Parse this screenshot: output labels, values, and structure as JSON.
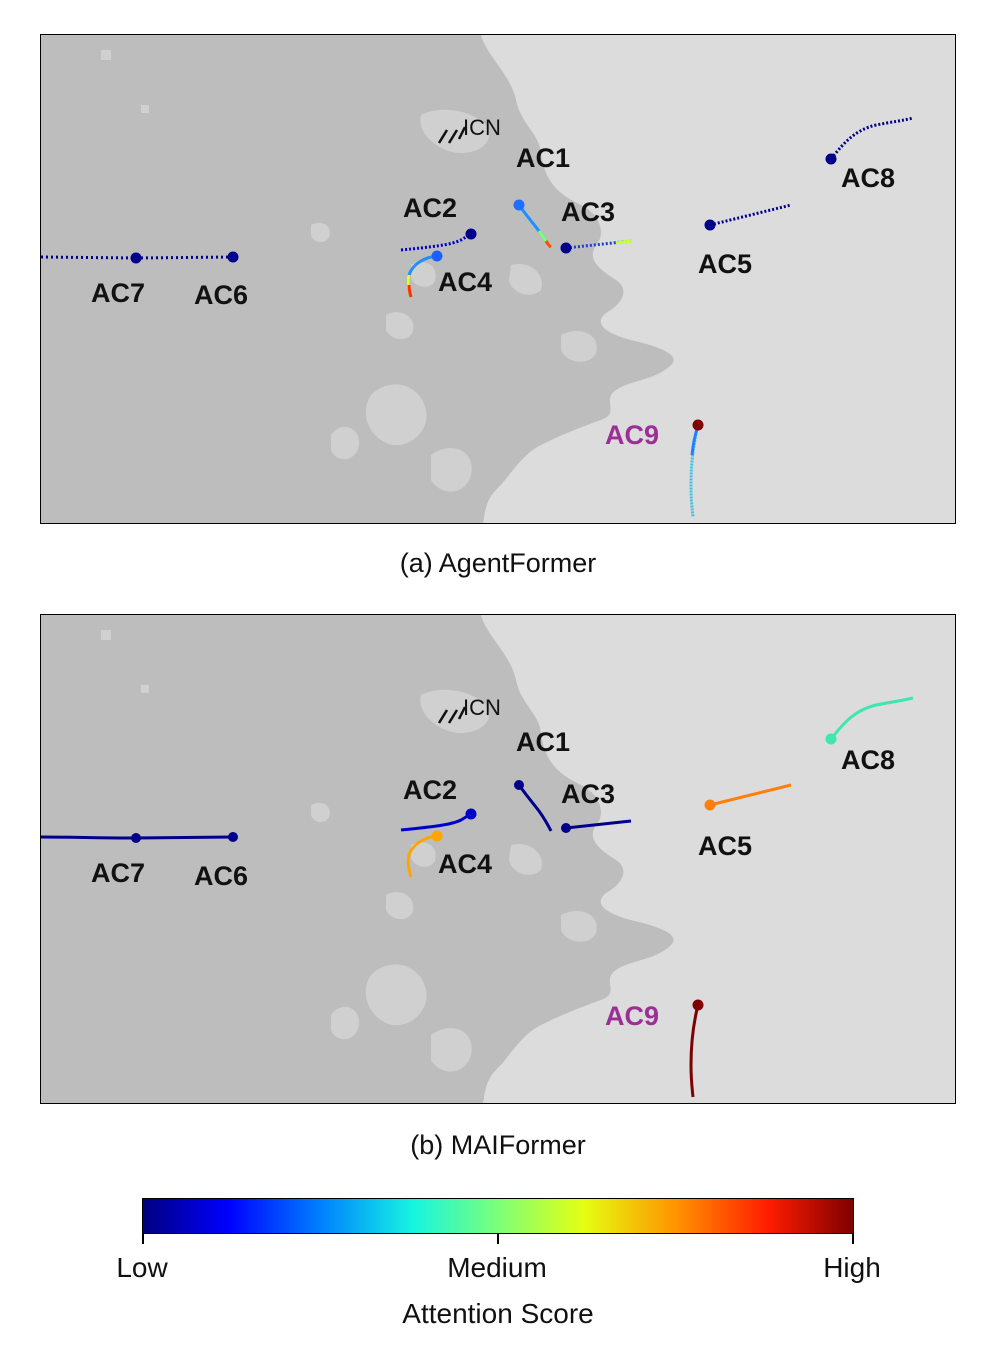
{
  "panels": [
    {
      "id": "a",
      "caption": "(a) AgentFormer",
      "airport": "ICN",
      "aircraft": [
        {
          "label": "AC1",
          "attention": "mixed"
        },
        {
          "label": "AC2",
          "attention": "low"
        },
        {
          "label": "AC3",
          "attention": "low"
        },
        {
          "label": "AC4",
          "attention": "mixed"
        },
        {
          "label": "AC5",
          "attention": "low"
        },
        {
          "label": "AC6",
          "attention": "low"
        },
        {
          "label": "AC7",
          "attention": "low"
        },
        {
          "label": "AC8",
          "attention": "low"
        },
        {
          "label": "AC9",
          "attention": "high",
          "highlighted": true
        }
      ]
    },
    {
      "id": "b",
      "caption": "(b) MAIFormer",
      "airport": "ICN",
      "aircraft": [
        {
          "label": "AC1",
          "attention": "low"
        },
        {
          "label": "AC2",
          "attention": "low"
        },
        {
          "label": "AC3",
          "attention": "low"
        },
        {
          "label": "AC4",
          "attention": "medium-high"
        },
        {
          "label": "AC5",
          "attention": "medium-high"
        },
        {
          "label": "AC6",
          "attention": "low"
        },
        {
          "label": "AC7",
          "attention": "low"
        },
        {
          "label": "AC8",
          "attention": "medium"
        },
        {
          "label": "AC9",
          "attention": "high",
          "highlighted": true
        }
      ]
    }
  ],
  "colorbar": {
    "title": "Attention Score",
    "ticks": [
      "Low",
      "Medium",
      "High"
    ],
    "colormap": "jet"
  },
  "colors": {
    "low": "#00008b",
    "ac8_b": "#3ee6b0",
    "ac5_b": "#ff7f0e",
    "ac4_b": "#ffa500",
    "high": "#7f0000",
    "highlight_label": "#9b2f96",
    "land": "#bdbdbd",
    "sea": "#dcdcdc"
  }
}
